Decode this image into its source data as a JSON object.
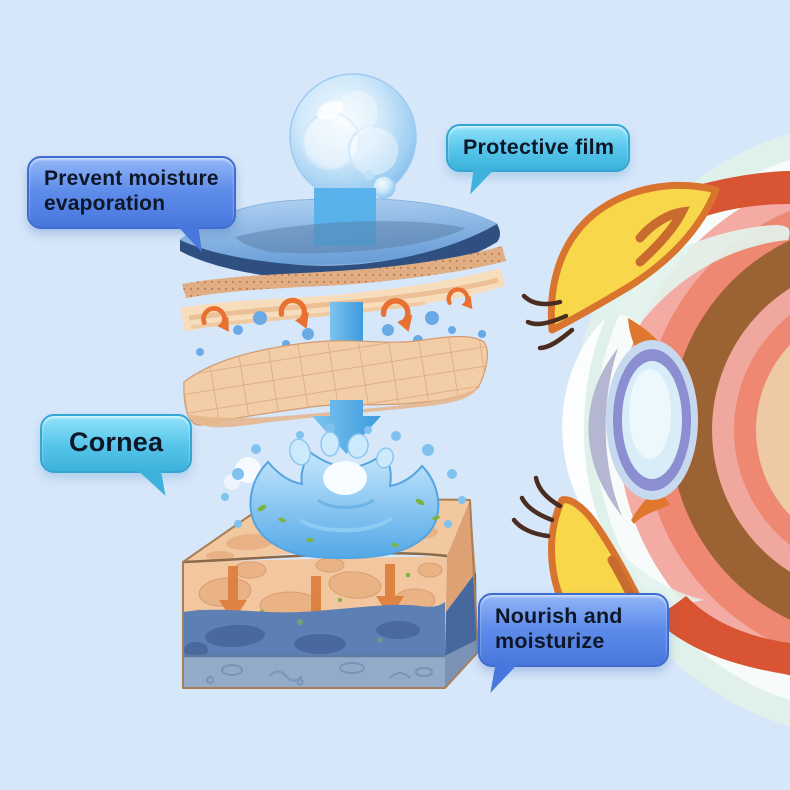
{
  "page": {
    "background": "#d7e7fa",
    "kind": "eye-drop moisturizing infographic"
  },
  "callouts": {
    "prevent_moisture": {
      "text": "Prevent moisture evaporation",
      "style": "blue"
    },
    "protective_film": {
      "text": "Protective film",
      "style": "cyan"
    },
    "cornea": {
      "text": "Cornea",
      "style": "cyan"
    },
    "nourish": {
      "text": "Nourish and moisturize",
      "style": "blue"
    }
  },
  "colors": {
    "background": "#d7e7fa",
    "callout_blue_top": "#92b6f7",
    "callout_blue_bottom": "#4877dd",
    "callout_blue_border": "#3f6ccf",
    "callout_cyan_top": "#90e3f8",
    "callout_cyan_bottom": "#3eb2dc",
    "callout_cyan_border": "#34a6d3",
    "callout_text": "#0e1728",
    "film_blue": "#6b9fd8",
    "film_edge_navy": "#2f4f80",
    "stream_blue": "#55b0ea",
    "lipid_tan": "#e2ae84",
    "aqueous_cream": "#f8ddbd",
    "mesh_tan": "#f3cda6",
    "bubble_blue": "#69a9e6",
    "arrow_orange": "#e87030",
    "water_arrow_blue": "#4fa8e4",
    "tissue_tan": "#f2c69e",
    "tissue_blue": "#5c80b4",
    "tissue_gray_blue": "#93abc9",
    "nutrient_arrow": "#dd8040",
    "sprig_green": "#7cb342",
    "eye_yellow": "#f8d84a",
    "eye_lid_outline": "#d9742e",
    "eye_red": "#d85432",
    "eye_pink": "#f4aba3",
    "eye_salmon": "#ee8872",
    "eye_brown": "#9b6233",
    "eye_beige": "#edcaa3",
    "eye_mint": "#dff1ea",
    "eyelash_brown": "#4a2c20",
    "lens_ring_purple": "#8b8ed0",
    "lens_fill": "#d8edf7",
    "cornea_white": "#fcfdfe",
    "anterior_lavender": "#b5b6d2",
    "ciliary_orange": "#e0772e"
  },
  "illustration_parts": [
    "water-drop-icon",
    "protective-film-layer",
    "lipid-layer",
    "aqueous-stripe-layer",
    "circulation-arrows",
    "moisture-bubbles",
    "mesh-membrane-layer",
    "absorption-arrow-icon",
    "water-splash",
    "cornea-tissue-block",
    "nutrient-arrows",
    "eye-cross-section-illustration",
    "upper-eyelid",
    "lower-eyelid",
    "eyelashes",
    "lens"
  ]
}
